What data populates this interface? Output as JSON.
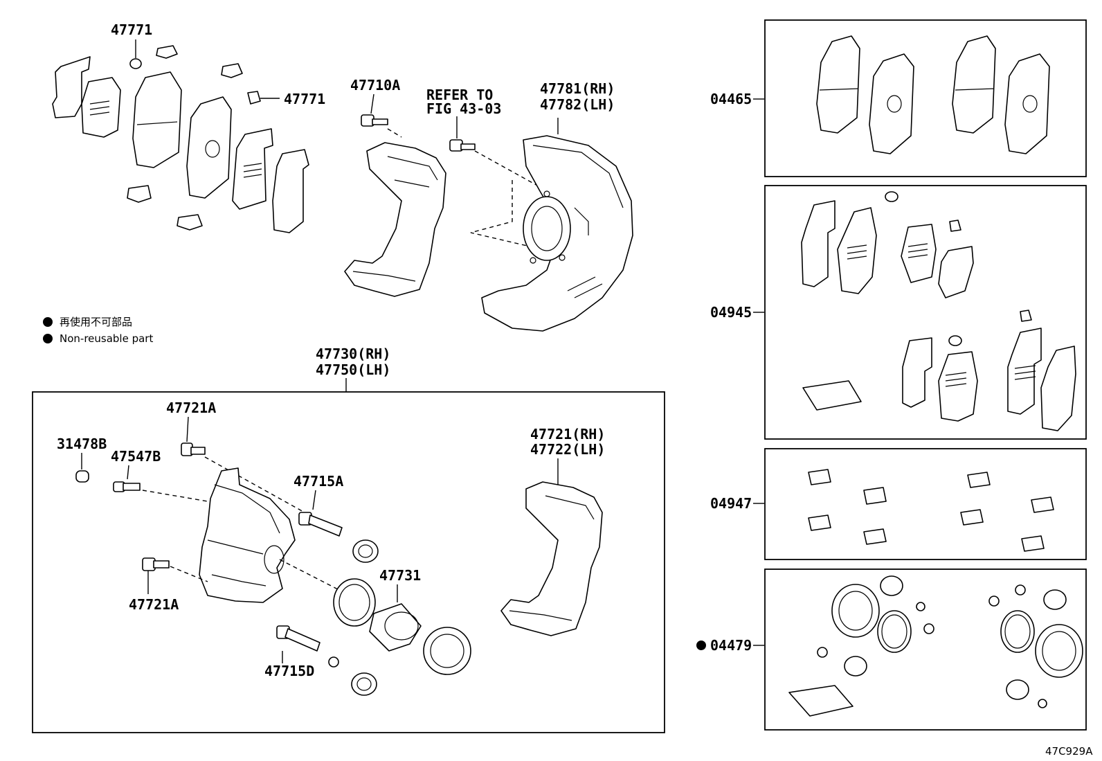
{
  "labels": {
    "p47771_top": "47771",
    "p47771_right": "47771",
    "p47710A": "47710A",
    "refer_line1": "REFER TO",
    "refer_line2": "FIG 43-03",
    "p47781": "47781(RH)",
    "p47782": "47782(LH)",
    "p47730": "47730(RH)",
    "p47750": "47750(LH)",
    "p47721A_top": "47721A",
    "p31478B": "31478B",
    "p47547B": "47547B",
    "p47715A": "47715A",
    "p47721": "47721(RH)",
    "p47722": "47722(LH)",
    "p47731": "47731",
    "p47721A_bottom": "47721A",
    "p47715D": "47715D",
    "kit_04465": "04465",
    "kit_04945": "04945",
    "kit_04947": "04947",
    "kit_04479": "04479",
    "diagram_code": "47C929A"
  },
  "legend": {
    "line_jp": "再使用不可部品",
    "line_en": "Non-reusable part"
  },
  "marker_icon": "filled-circle-icon"
}
